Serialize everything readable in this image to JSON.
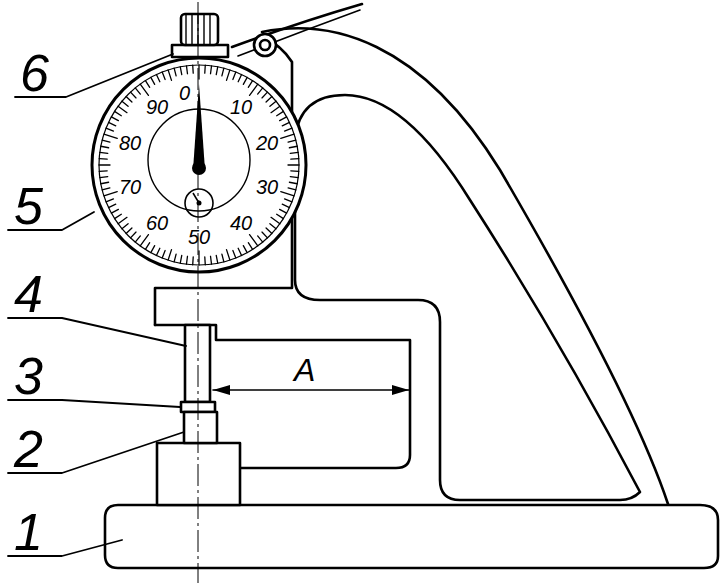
{
  "diagram": {
    "labels": [
      "6",
      "5",
      "4",
      "3",
      "2",
      "1",
      "A",
      "0",
      "10",
      "20",
      "30",
      "40",
      "50",
      "60",
      "70",
      "80",
      "90"
    ]
  }
}
